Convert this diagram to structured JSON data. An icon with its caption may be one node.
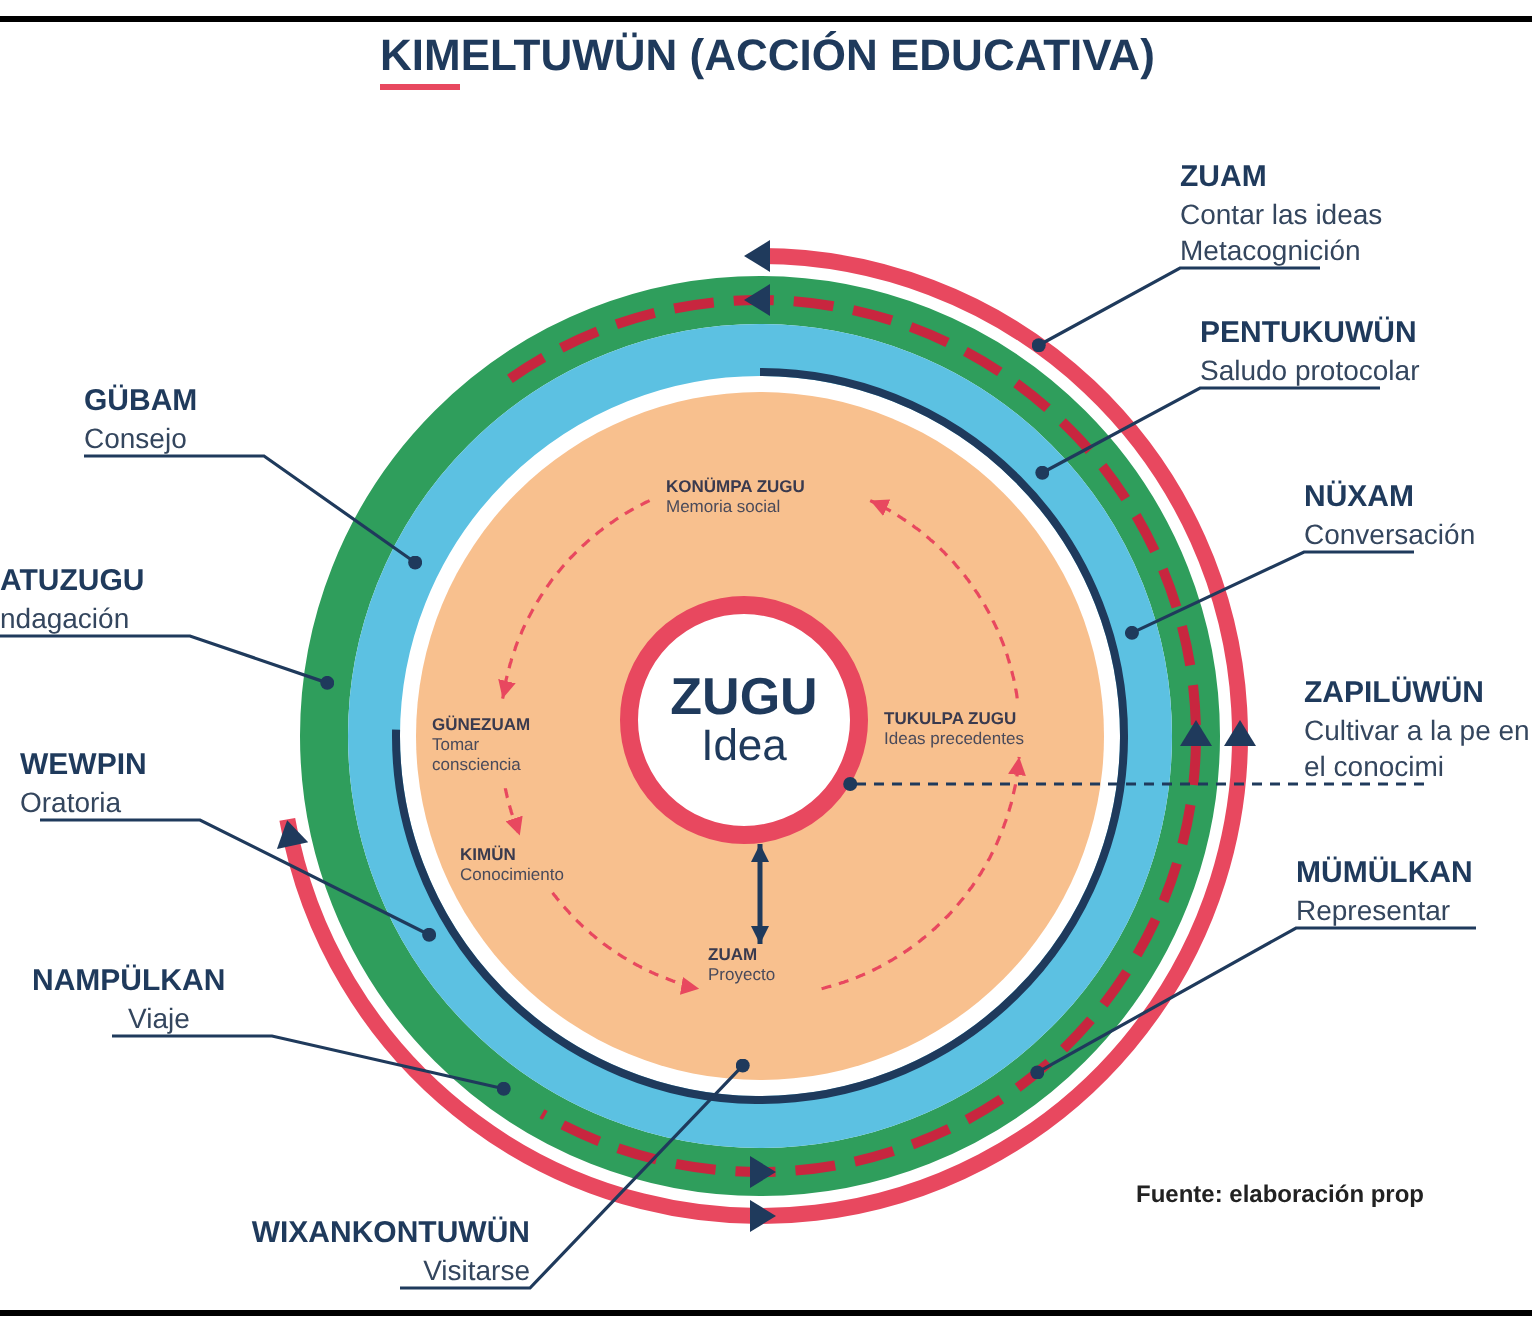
{
  "diagram": {
    "title": "KIMELTUWÜN (ACCIÓN EDUCATIVA)",
    "nodes": [
      {
        "text": [],
        "shape": "arc"
      },
      {
        "text": [],
        "shape": "circle",
        "in": 0
      },
      {
        "text": [],
        "shape": "circle",
        "in": 1
      },
      {
        "text": [],
        "shape": "circle",
        "in": 2
      },
      {
        "text": [
          "ZUGU",
          "Idea"
        ],
        "in": 3
      },
      {
        "text": [
          "KONÜMPA ZUGU",
          "Memoria social"
        ],
        "in": 3
      },
      {
        "text": [
          "GÜNEZUAM",
          "Tomar consciencia"
        ],
        "in": 3
      },
      {
        "text": [
          "KIMÜN",
          "Conocimiento"
        ],
        "in": 3
      },
      {
        "text": [
          "TUKULPA ZUGU",
          "Ideas precedentes"
        ],
        "in": 3
      },
      {
        "text": [
          "ZUAM",
          "Proyecto"
        ],
        "in": 3
      },
      {
        "text": [
          "ZUAM",
          "Contar las ideas",
          "Metacognición"
        ]
      },
      {
        "text": [
          "PENTUKUWÜN",
          "Saludo protocolar"
        ]
      },
      {
        "text": [
          "GÜBAM",
          "Consejo"
        ]
      },
      {
        "text": [
          "NÜXAM",
          "Conversación"
        ]
      },
      {
        "text": [
          "ATUZUGU",
          "ndagación"
        ]
      },
      {
        "text": [
          "ZAPILÜWÜN",
          "Cultivar a la pe en el conocimi"
        ]
      },
      {
        "text": [
          "WEWPIN",
          "Oratoria"
        ]
      },
      {
        "text": [
          "MÜMÜLKAN",
          "Representar"
        ]
      },
      {
        "text": [
          "NAMPÜLKAN",
          "Viaje"
        ]
      },
      {
        "text": [
          "WIXANKONTUWÜN",
          "Visitarse"
        ]
      }
    ],
    "edges": [
      {
        "from": 5,
        "to": 6,
        "arrow": "to",
        "style": "dashed",
        "color": "#e8485f"
      },
      {
        "from": 6,
        "to": 7,
        "arrow": "to",
        "style": "dashed",
        "color": "#e8485f"
      },
      {
        "from": 7,
        "to": 9,
        "arrow": "to",
        "style": "dashed",
        "color": "#e8485f"
      },
      {
        "from": 9,
        "to": 8,
        "arrow": "to",
        "style": "dashed",
        "color": "#e8485f"
      },
      {
        "from": 8,
        "to": 5,
        "arrow": "to",
        "style": "dashed",
        "color": "#e8485f"
      },
      {
        "from": 4,
        "to": 9,
        "arrow": "both"
      },
      {
        "from": 15,
        "to": 4,
        "arrow": "other",
        "style": "dashed"
      },
      {
        "from": 10,
        "to": 0,
        "arrow": "other"
      },
      {
        "from": 11,
        "to": 2,
        "arrow": "other"
      },
      {
        "from": 12,
        "to": 2,
        "arrow": "other"
      },
      {
        "from": 13,
        "to": 2,
        "arrow": "other"
      },
      {
        "from": 14,
        "to": 1,
        "arrow": "other"
      },
      {
        "from": 16,
        "to": 2,
        "arrow": "other"
      },
      {
        "from": 17,
        "to": 1,
        "arrow": "other"
      },
      {
        "from": 18,
        "to": 1,
        "arrow": "other"
      },
      {
        "from": 19,
        "to": 3,
        "arrow": "other"
      }
    ],
    "labels": [
      "Fuente: elaboración prop"
    ]
  }
}
